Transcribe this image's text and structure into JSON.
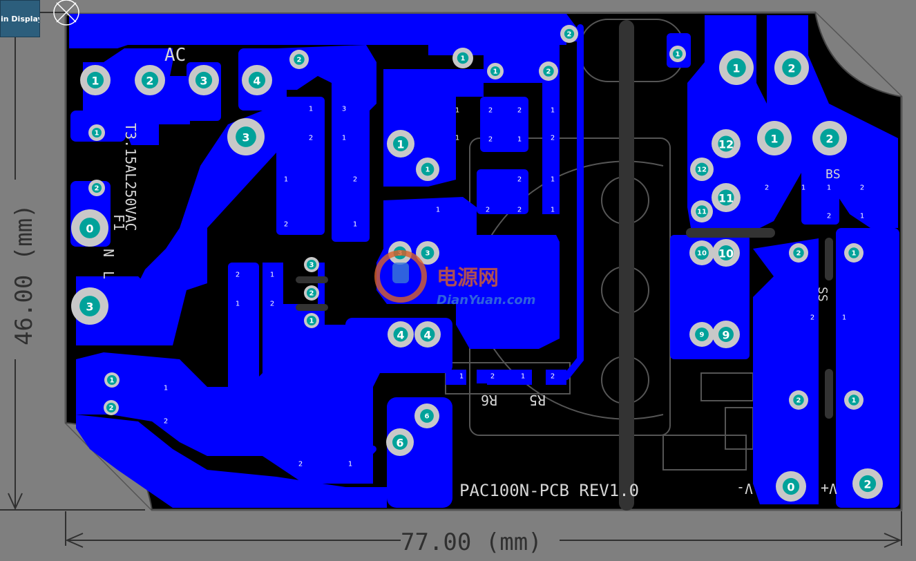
{
  "toolbar": {
    "main_display_label": "in Display"
  },
  "board": {
    "name_label": "PAC100N-PCB REV1.0",
    "width_dimension": "77.00 (mm)",
    "height_dimension": "46.00 (mm)",
    "colors": {
      "copper": "#0000ff",
      "board": "#000000",
      "background": "#7f7f7f",
      "pad": "#c8c8c8",
      "via_core": "#00a29a"
    }
  },
  "silkscreen": {
    "ac": "AC",
    "fuse_value": "T3.15AL250VAC",
    "fuse_ref": "F1",
    "n_label": "N",
    "l_label": "L",
    "r6": "R6",
    "r5": "R5",
    "vminus": "V-",
    "vplus": "V+",
    "bs": "BS",
    "ss": "SS"
  },
  "watermark": {
    "title": "电源网",
    "url": "DianYuan.com"
  }
}
